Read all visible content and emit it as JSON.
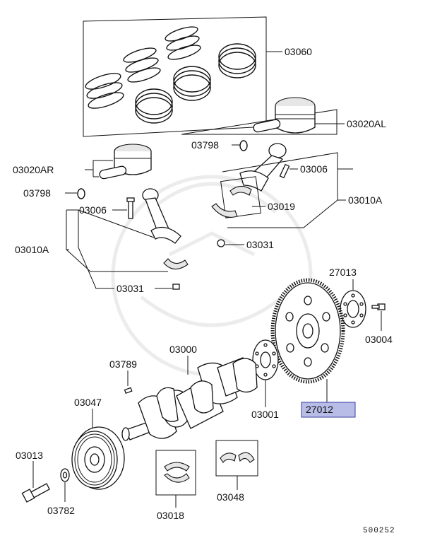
{
  "labels": {
    "p03060": "03060",
    "p03020AL": "03020AL",
    "p03798a": "03798",
    "p03006a": "03006",
    "p03020AR": "03020AR",
    "p03010Aa": "03010A",
    "p03798b": "03798",
    "p03006b": "03006",
    "p03019": "03019",
    "p03031a": "03031",
    "p03010Ab": "03010A",
    "p03031b": "03031",
    "p27013": "27013",
    "p03004": "03004",
    "p03000": "03000",
    "p03789": "03789",
    "p27012": "27012",
    "p03047": "03047",
    "p03001": "03001",
    "p03013": "03013",
    "p03048": "03048",
    "p03782": "03782",
    "p03018": "03018"
  },
  "diagram_code": "500252",
  "colors": {
    "highlight_fill": "#b8bde8",
    "highlight_border": "#3b3fa0",
    "line": "#111111"
  }
}
